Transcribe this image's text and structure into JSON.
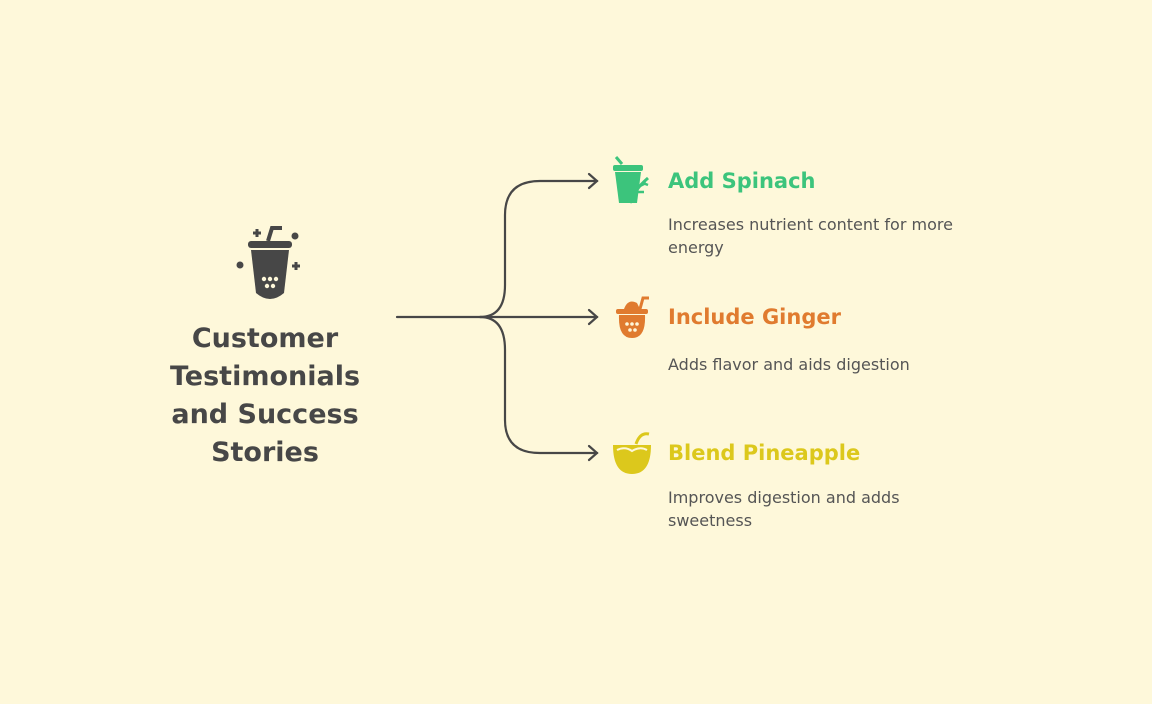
{
  "title": "Customer Testimonials and Success Stories",
  "colors": {
    "background": "#fef8da",
    "text": "#474747",
    "green": "#3cc47c",
    "orange": "#e07b2f",
    "yellow": "#dcc81c"
  },
  "branches": [
    {
      "title": "Add Spinach",
      "description": "Increases nutrient content for more energy",
      "icon": "smoothie-spinach-icon",
      "color": "#3cc47c"
    },
    {
      "title": "Include Ginger",
      "description": "Adds flavor and aids digestion",
      "icon": "bubble-tea-ginger-icon",
      "color": "#e07b2f"
    },
    {
      "title": "Blend Pineapple",
      "description": "Improves digestion and adds sweetness",
      "icon": "coconut-drink-icon",
      "color": "#dcc81c"
    }
  ]
}
